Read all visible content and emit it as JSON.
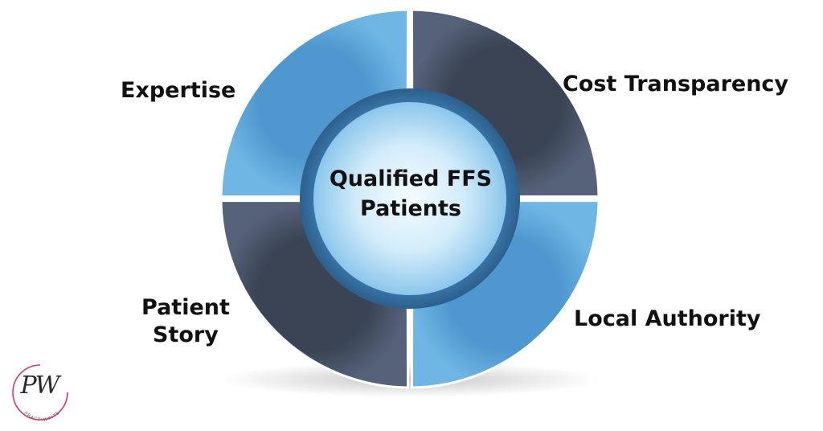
{
  "diagram": {
    "center_label": "Qualified FFS\nPatients",
    "segments": [
      {
        "label": "Expertise",
        "color": "#5fa8db",
        "position": "top-left"
      },
      {
        "label": "Cost Transparency",
        "color": "#4a5566",
        "position": "top-right"
      },
      {
        "label": "Local Authority",
        "color": "#5fa8db",
        "position": "bottom-right"
      },
      {
        "label": "Patient\nStory",
        "color": "#4a5566",
        "position": "bottom-left"
      }
    ],
    "colors": {
      "light_blue": "#5fa8db",
      "dark_slate": "#4a5566",
      "inner_ring": "#3a78ad",
      "center_glow": "#e6f6ff"
    }
  },
  "logo": {
    "letters": "PW",
    "brand": "PRACTIWRITE",
    "accent": "#e0336e"
  }
}
